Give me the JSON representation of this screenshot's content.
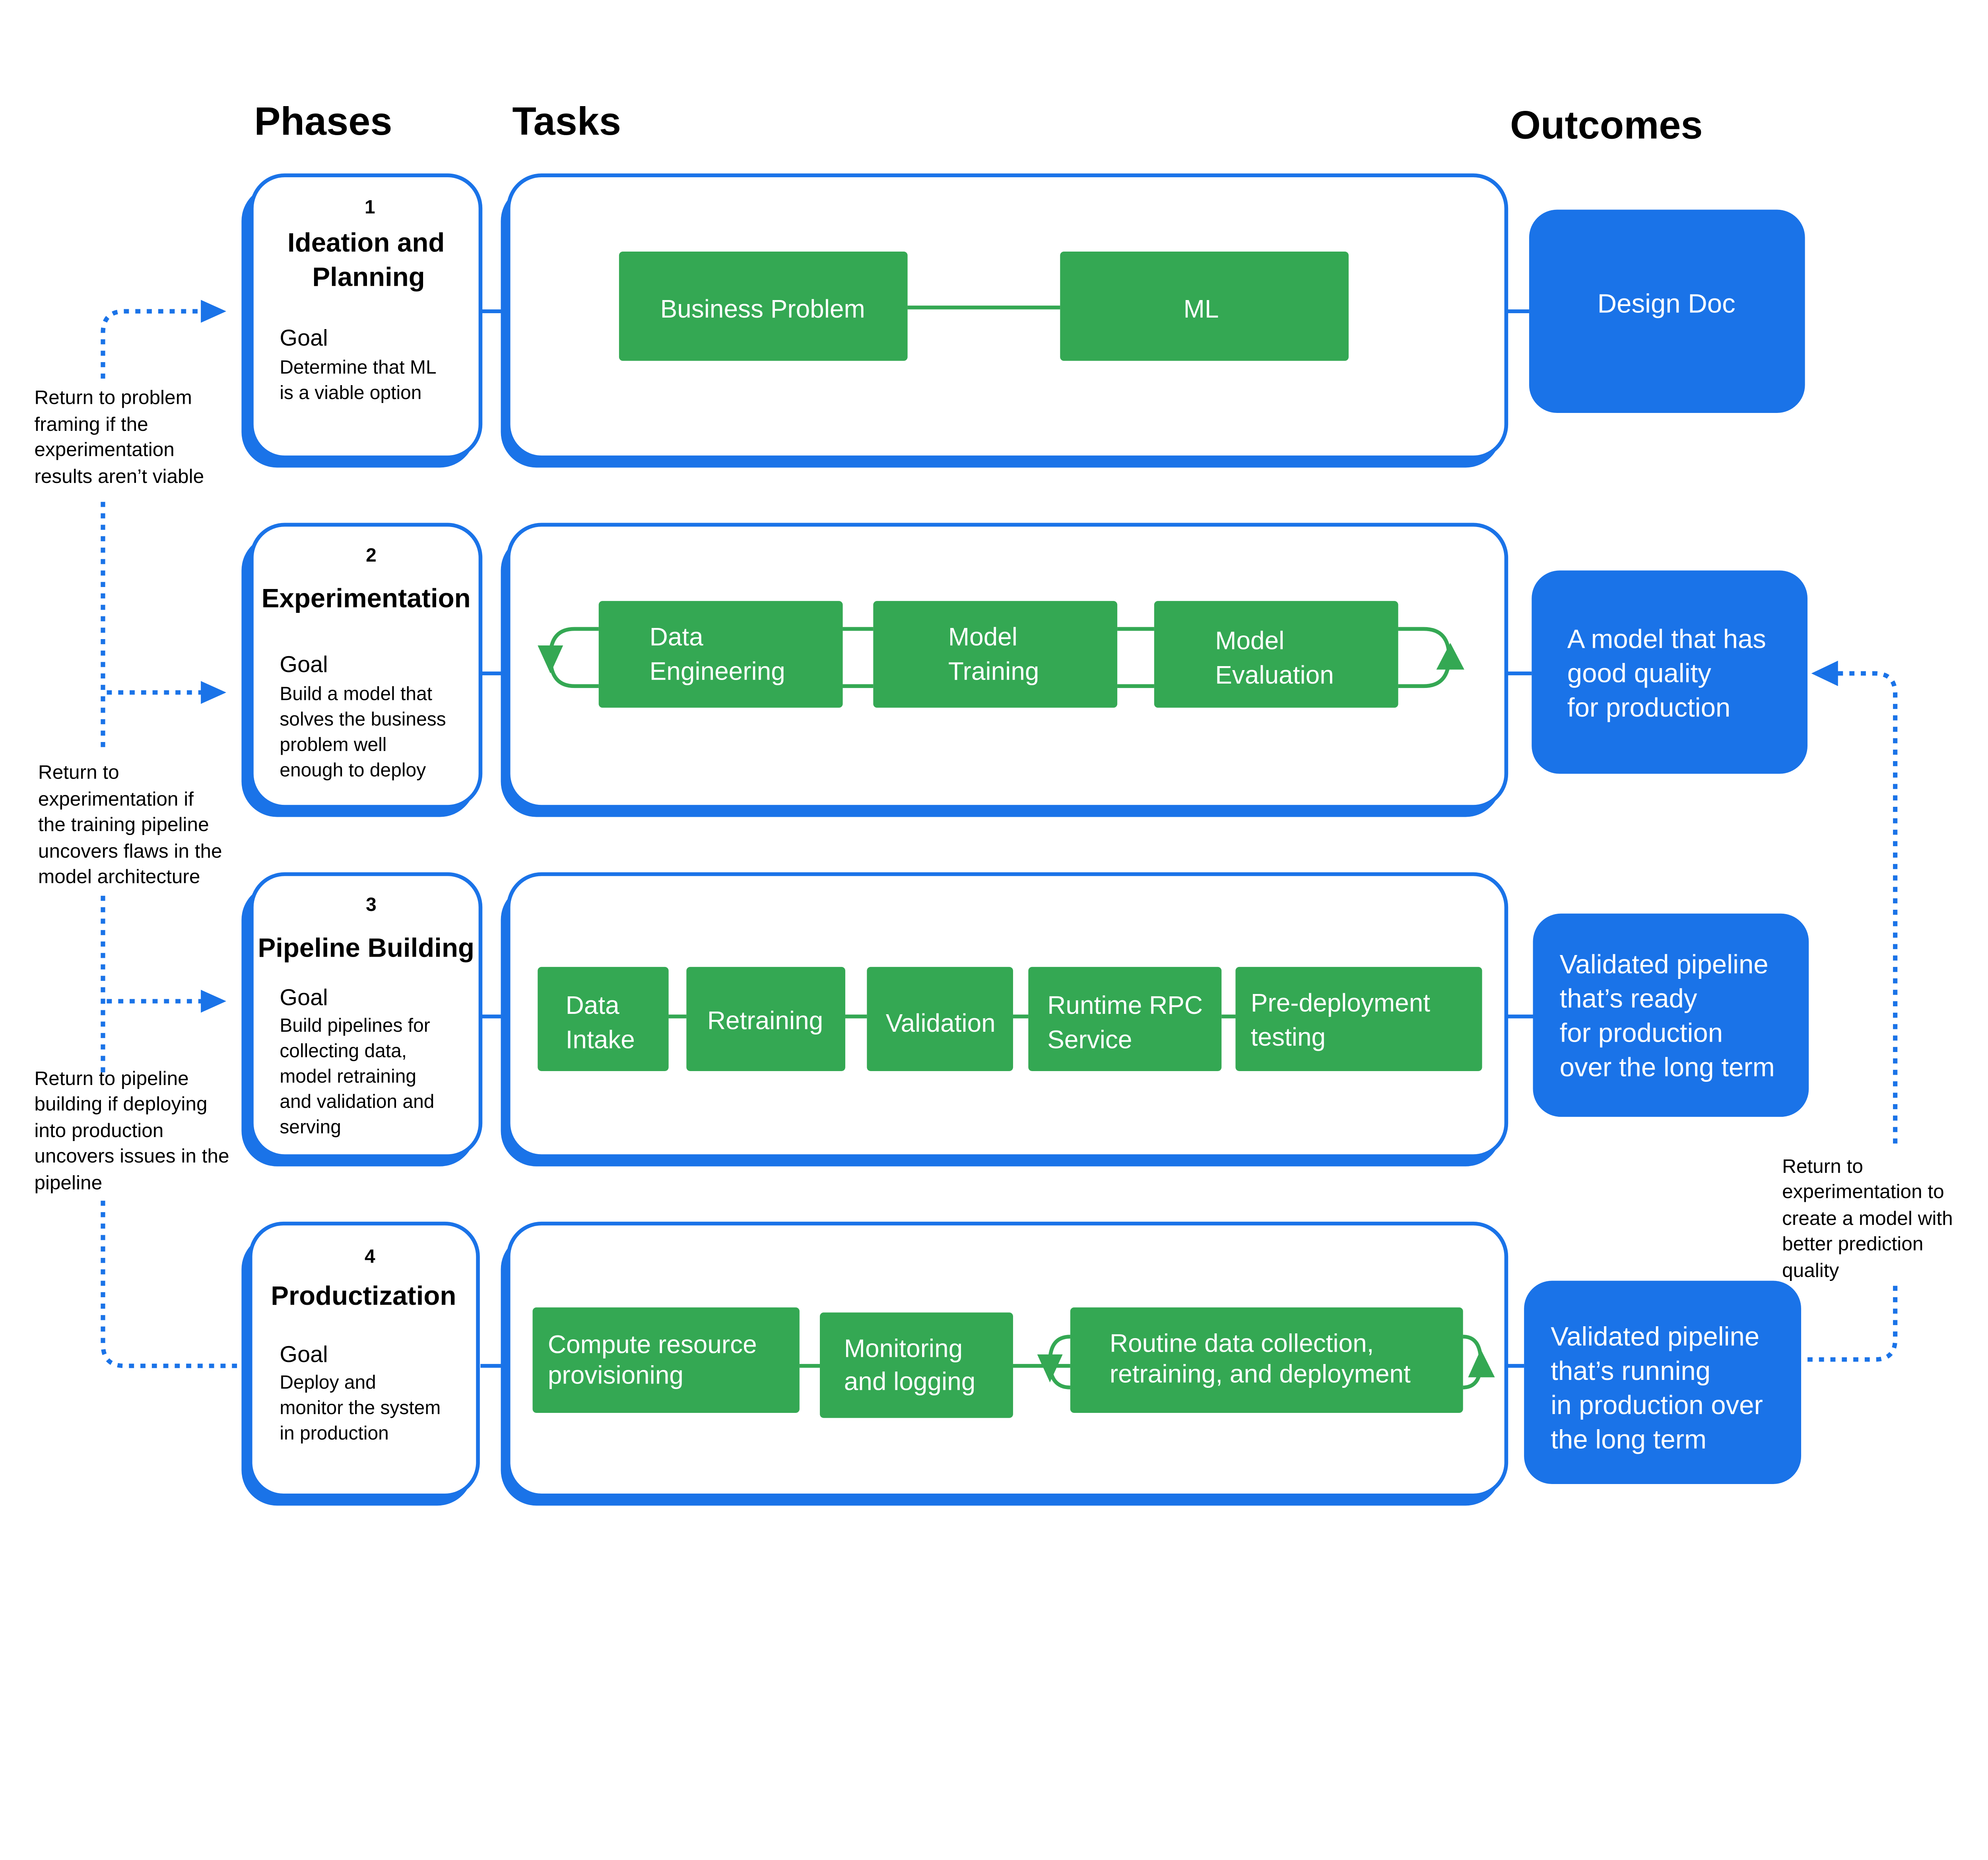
{
  "headers": {
    "phases": "Phases",
    "tasks": "Tasks",
    "outcomes": "Outcomes"
  },
  "colors": {
    "blue": "#1A73E8",
    "green": "#34A853",
    "text": "#000000",
    "background": "#FFFFFF"
  },
  "phases": [
    {
      "number": "1",
      "title": [
        "Ideation and",
        "Planning"
      ],
      "goal_label": "Goal",
      "goal": [
        "Determine that ML",
        "is a viable option"
      ]
    },
    {
      "number": "2",
      "title": [
        "Experimentation"
      ],
      "goal_label": "Goal",
      "goal": [
        "Build a model that",
        "solves the business",
        "problem well",
        "enough to deploy"
      ]
    },
    {
      "number": "3",
      "title": [
        "Pipeline Building"
      ],
      "goal_label": "Goal",
      "goal": [
        "Build pipelines for",
        "collecting data,",
        "model retraining",
        "and validation and",
        "serving"
      ]
    },
    {
      "number": "4",
      "title": [
        "Productization"
      ],
      "goal_label": "Goal",
      "goal": [
        "Deploy and",
        "monitor the system",
        "in production"
      ]
    }
  ],
  "tasks": [
    [
      [
        "Business Problem"
      ],
      [
        "ML"
      ]
    ],
    [
      [
        "Data",
        "Engineering"
      ],
      [
        "Model",
        "Training"
      ],
      [
        "Model",
        "Evaluation"
      ]
    ],
    [
      [
        "Data",
        "Intake"
      ],
      [
        "Retraining"
      ],
      [
        "Validation"
      ],
      [
        "Runtime RPC",
        "Service"
      ],
      [
        "Pre-deployment",
        "testing"
      ]
    ],
    [
      [
        "Compute  resource",
        "provisioning"
      ],
      [
        "Monitoring",
        "and logging"
      ],
      [
        "Routine data collection,",
        "retraining, and deployment"
      ]
    ]
  ],
  "outcomes": [
    [
      "Design Doc"
    ],
    [
      "A model that has",
      "good quality",
      "for production"
    ],
    [
      "Validated pipeline",
      "that’s ready",
      "for production",
      "over the long term"
    ],
    [
      "Validated pipeline",
      "that’s running",
      "in production over",
      "the long term"
    ]
  ],
  "feedback_notes": {
    "left": [
      [
        "Return to problem",
        "framing if the",
        "experimentation",
        "results aren’t viable"
      ],
      [
        "Return to",
        "experimentation if",
        "the training pipeline",
        "uncovers flaws in the",
        "model architecture"
      ],
      [
        "Return to pipeline",
        "building if deploying",
        "into production",
        "uncovers issues in the",
        "pipeline"
      ]
    ],
    "right": [
      "Return to",
      "experimentation to",
      "create a model with",
      "better prediction",
      "quality"
    ]
  }
}
